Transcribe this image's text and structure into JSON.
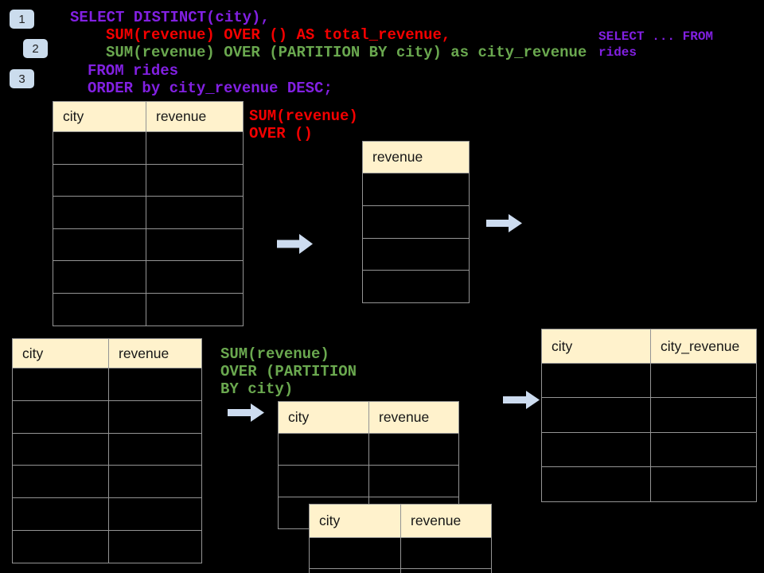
{
  "colors": {
    "slide_bg": "#000000",
    "purple": "#8220e2",
    "red": "#f40000",
    "green": "#6aa84f",
    "badge_bg": "#cbdced",
    "arrow_fill": "#cddcf0",
    "table_header_bg": "#fff2cc",
    "table_border": "#949494"
  },
  "slide": {
    "step_badges": [
      {
        "label": "1"
      },
      {
        "label": "2"
      },
      {
        "label": "3"
      }
    ],
    "sql_code": {
      "lines": [
        {
          "text": "SELECT DISTINCT(city),",
          "color": "purple"
        },
        {
          "text": "SUM(revenue) OVER () AS total_revenue,",
          "color": "red"
        },
        {
          "text": "SUM(revenue) OVER (PARTITION BY city) as city_revenue",
          "color": "green"
        },
        {
          "text": "FROM rides",
          "color": "purple"
        },
        {
          "text": "ORDER by city_revenue DESC;",
          "color": "purple"
        }
      ]
    },
    "from_note": {
      "text": "SELECT ... FROM\nrides",
      "color": "purple"
    },
    "annotations": {
      "total": {
        "text": "SUM(revenue)\nOVER ()",
        "color": "red"
      },
      "partition": {
        "text": "SUM(revenue)\nOVER (PARTITION\nBY city)",
        "color": "green"
      }
    }
  },
  "tables": {
    "rides_top": {
      "headers": [
        "city",
        "revenue"
      ],
      "rows": 6
    },
    "total_revenue_result": {
      "headers": [
        "revenue"
      ],
      "rows": 4
    },
    "rides_bottom": {
      "headers": [
        "city",
        "revenue"
      ],
      "rows": 6
    },
    "partition_step": {
      "headers": [
        "city",
        "revenue"
      ],
      "rows": 3
    },
    "partition_step_overlay": {
      "headers": [
        "city",
        "revenue"
      ],
      "rows": 2
    },
    "city_revenue_result": {
      "headers": [
        "city",
        "city_revenue"
      ],
      "rows": 4
    }
  }
}
